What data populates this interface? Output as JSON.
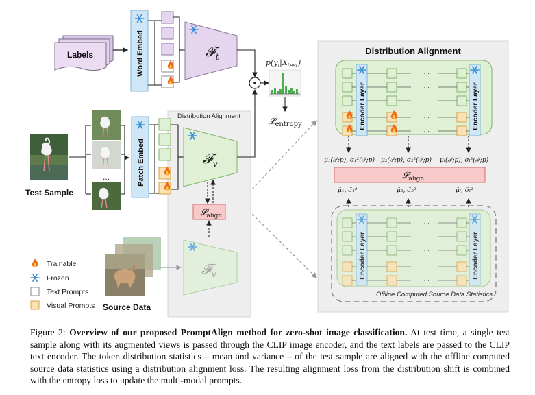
{
  "figure": {
    "labels_doc": "Labels",
    "word_embed": "Word Embed",
    "patch_embed": "Patch Embed",
    "f_t": "𝓕",
    "f_t_sub": "t",
    "f_v": "𝓕",
    "f_v_sub": "v",
    "prob_label": "p(y",
    "prob_label_sub": "i",
    "prob_label_rest": "|X",
    "prob_label_sub2": "test",
    "prob_label_end": ")",
    "l_entropy": "𝓛",
    "l_entropy_sub": "entropy",
    "l_align": "𝓛",
    "l_align_sub": "align",
    "dot_symbol": "⊙",
    "ellipsis": "...",
    "test_sample": "Test Sample",
    "source_data": "Source Data",
    "dist_align_small": "Distribution Alignment",
    "dist_align_big": "Distribution Alignment",
    "encoder_layer": "Encoder Layer",
    "offline_stats": "Offline Computed Source Data Statistics",
    "mu_1": "μ₁(𝒯;p), σ₁²(𝒯;p)",
    "mu_2": "μ₂(𝒯;p), σ₂²(𝒯;p)",
    "mu_l": "μₗ(𝒯;p), σₗ²(𝒯;p)",
    "muhat_1": "μ̂₁, σ̂₁²",
    "muhat_2": "μ̂₂, σ̂₂²",
    "muhat_l": "μ̂ₗ, σ̂ₗ²",
    "row_dots": "· · ·"
  },
  "legend": {
    "trainable": "Trainable",
    "frozen": "Frozen",
    "text_prompts": "Text Prompts",
    "visual_prompts": "Visual Prompts"
  },
  "caption": {
    "fig_num": "Figure 2:",
    "title": "Overview of our proposed PromptAlign method for zero-shot image classification.",
    "body": "At test time, a single test sample along with its augmented views is passed through the CLIP image encoder, and the text labels are passed to the CLIP text encoder. The token distribution statistics – mean and variance – of the test sample are aligned with the offline computed source data statistics using a distribution alignment loss. The resulting alignment loss from the distribution shift is combined with the entropy loss to update the multi-modal prompts."
  },
  "colors": {
    "purple": "#e6d5ee",
    "purple_stroke": "#9b86aa",
    "blue": "#cfe6f7",
    "blue_stroke": "#7fb3d9",
    "green": "#dff0d5",
    "green_stroke": "#7fb36a",
    "orange": "#fbe2b5",
    "orange_stroke": "#d9a14a",
    "pink": "#f7c9c9",
    "pink_stroke": "#d46a6a",
    "panel_gray": "#eeeeee",
    "snow": "#3a8fd6",
    "fire": "#ef6a1c"
  }
}
